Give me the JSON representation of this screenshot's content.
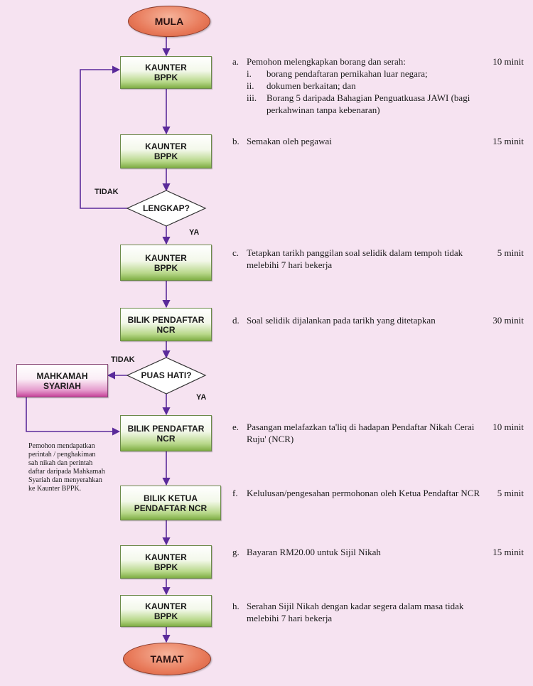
{
  "start": "MULA",
  "end": "TAMAT",
  "boxes": [
    {
      "line1": "KAUNTER",
      "line2": "BPPK"
    },
    {
      "line1": "KAUNTER",
      "line2": "BPPK"
    },
    {
      "line1": "KAUNTER",
      "line2": "BPPK"
    },
    {
      "line1": "BILIK PENDAFTAR",
      "line2": "NCR"
    },
    {
      "line1": "BILIK PENDAFTAR",
      "line2": "NCR"
    },
    {
      "line1": "BILIK KETUA",
      "line2": "PENDAFTAR NCR"
    },
    {
      "line1": "KAUNTER",
      "line2": "BPPK"
    },
    {
      "line1": "KAUNTER",
      "line2": "BPPK"
    }
  ],
  "mahkamah": {
    "line1": "MAHKAMAH",
    "line2": "SYARIAH"
  },
  "decisions": {
    "lengkap": "LENGKAP?",
    "puas": "PUAS HATI?"
  },
  "labels": {
    "tidak1": "TIDAK",
    "ya1": "YA",
    "tidak2": "TIDAK",
    "ya2": "YA"
  },
  "note": "Pemohon mendapatkan perintah / penghakiman sah nikah dan perintah daftar daripada Mahkamah Syariah dan menyerahkan ke Kaunter BPPK.",
  "steps": {
    "a": {
      "letter": "a.",
      "text": "Pemohon  melengkapkan borang dan serah:",
      "time": "10 minit",
      "sub": [
        {
          "num": "i.",
          "text": "borang pendaftaran pernikahan luar negara;"
        },
        {
          "num": "ii.",
          "text": "dokumen berkaitan; dan"
        },
        {
          "num": "iii.",
          "text": "Borang 5 daripada Bahagian Penguatkuasa JAWI (bagi perkahwinan tanpa kebenaran)"
        }
      ]
    },
    "b": {
      "letter": "b.",
      "text": "Semakan oleh pegawai",
      "time": "15 minit"
    },
    "c": {
      "letter": "c.",
      "text": "Tetapkan tarikh panggilan soal selidik dalam tempoh tidak melebihi 7 hari bekerja",
      "time": "5 minit"
    },
    "d": {
      "letter": "d.",
      "text": "Soal selidik dijalankan pada tarikh yang ditetapkan",
      "time": "30 minit"
    },
    "e": {
      "letter": "e.",
      "text": "Pasangan melafazkan ta'liq di hadapan Pendaftar Nikah Cerai Ruju' (NCR)",
      "time": "10 minit"
    },
    "f": {
      "letter": "f.",
      "text": "Kelulusan/pengesahan permohonan oleh Ketua Pendaftar NCR",
      "time": "5 minit"
    },
    "g": {
      "letter": "g.",
      "text": "Bayaran RM20.00 untuk Sijil Nikah",
      "time": "15 minit"
    },
    "h": {
      "letter": "h.",
      "text": "Serahan Sijil Nikah dengan kadar segera dalam masa tidak melebihi 7 hari bekerja",
      "time": ""
    }
  },
  "colors": {
    "line": "#5a2a9a",
    "green": "#7fae44",
    "pink": "#c6449a",
    "oval": "#e87a5a"
  }
}
